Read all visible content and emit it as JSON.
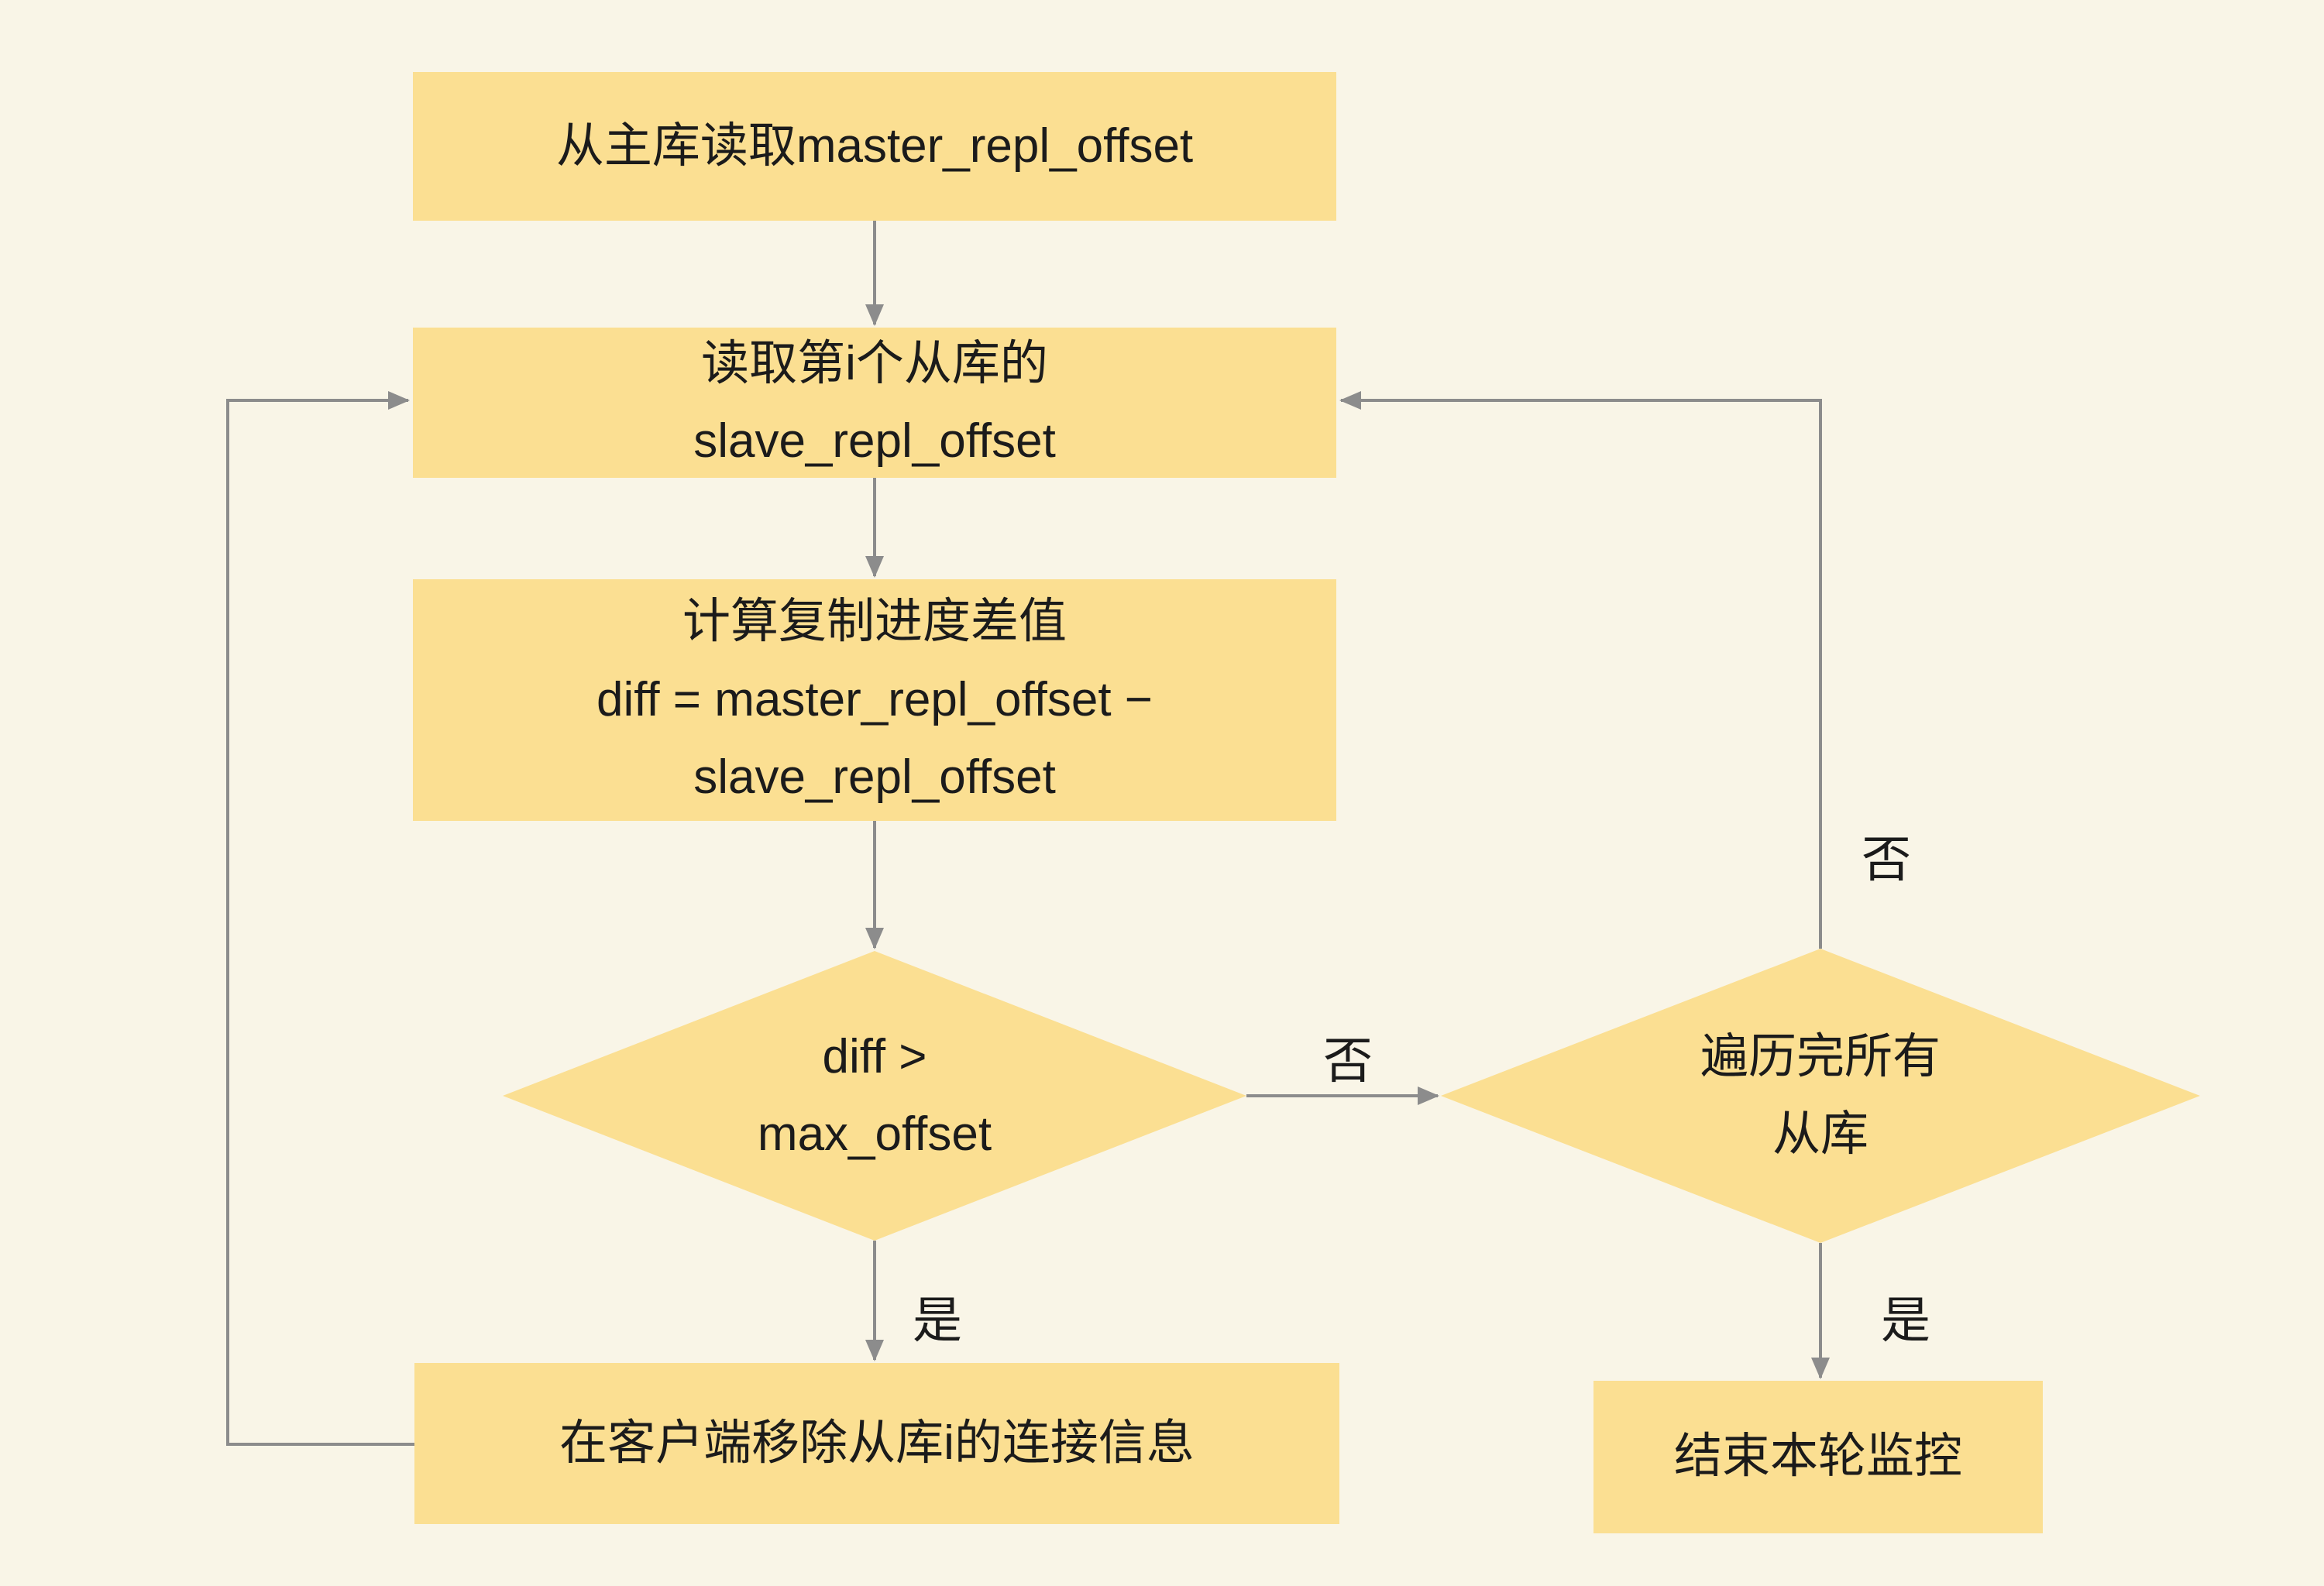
{
  "canvas": {
    "background_color": "#F9F5E7",
    "node_fill_color": "#FBDF92",
    "line_color": "#8C8C8C",
    "text_color": "#1B1B1B"
  },
  "flowchart": {
    "nodes": [
      {
        "id": "read-master-offset",
        "type": "process",
        "label": "从主库读取master_repl_offset"
      },
      {
        "id": "read-slave-offset",
        "type": "process",
        "label": "读取第i个从库的\nslave_repl_offset"
      },
      {
        "id": "compute-diff",
        "type": "process",
        "label": "计算复制进度差值\ndiff = master_repl_offset −\nslave_repl_offset"
      },
      {
        "id": "check-diff",
        "type": "decision",
        "label": "diff >\nmax_offset"
      },
      {
        "id": "check-traversal",
        "type": "decision",
        "label": "遍历完所有\n从库"
      },
      {
        "id": "remove-slave-conn",
        "type": "process",
        "label": "在客户端移除从库i的连接信息"
      },
      {
        "id": "end-monitor",
        "type": "process",
        "label": "结束本轮监控"
      }
    ],
    "edge_labels": {
      "diff_no": "否",
      "diff_yes": "是",
      "traversal_no": "否",
      "traversal_yes": "是"
    }
  }
}
